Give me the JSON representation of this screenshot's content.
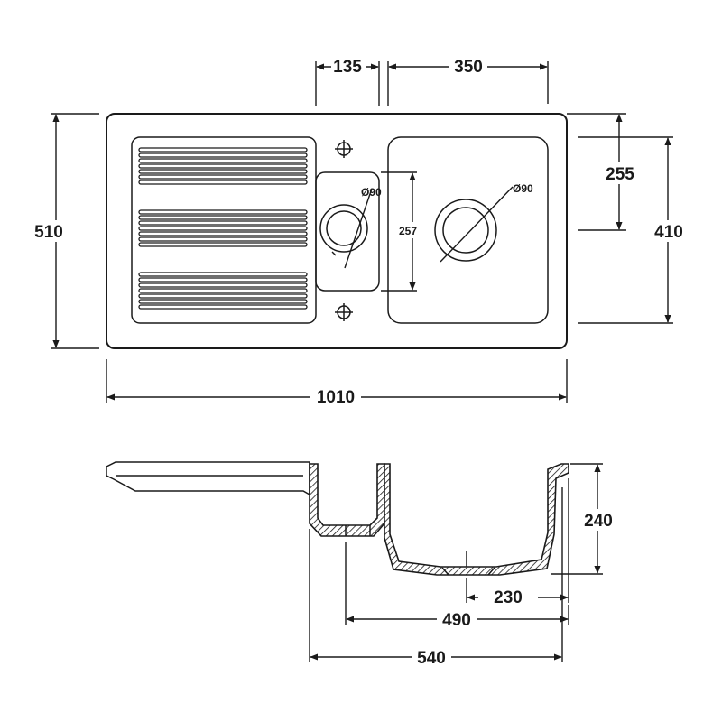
{
  "plan_view": {
    "overall_width": "1010",
    "overall_depth": "510",
    "small_bowl_width": "135",
    "main_bowl_width": "350",
    "small_bowl_length": "257",
    "main_bowl_front_to_waste": "255",
    "main_bowl_length": "410",
    "small_waste_diameter": "Ø90",
    "main_waste_diameter": "Ø90"
  },
  "section_view": {
    "bowl_depth": "240",
    "waste_offset": "230",
    "small_bowl_to_edge": "490",
    "bowls_total_width": "540"
  },
  "colors": {
    "line": "#1a1a1a",
    "background": "#ffffff"
  }
}
